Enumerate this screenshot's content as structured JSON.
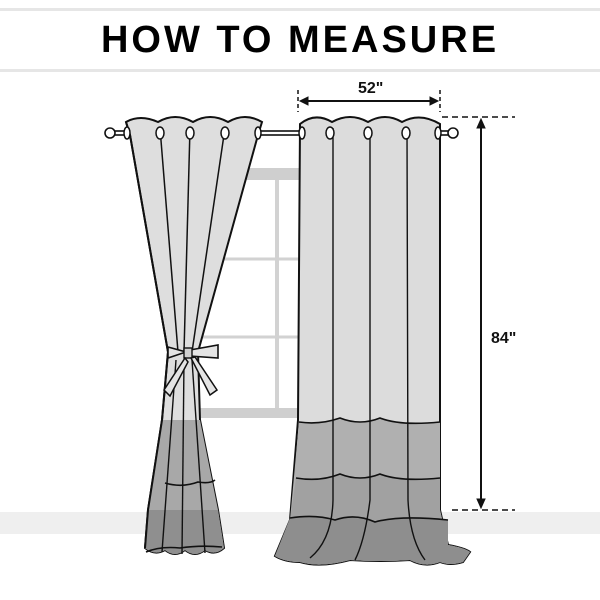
{
  "header": {
    "title": "HOW TO MEASURE"
  },
  "dimensions": {
    "width_label": "52\"",
    "length_label": "84\""
  },
  "illustration": {
    "left_panel": {
      "state": "tied-back",
      "accessory": "bow-tieback"
    },
    "right_panel": {
      "state": "hanging"
    },
    "grommets_per_panel": 5,
    "rod": "curtain-rod-with-ball-finials",
    "window": {
      "panes": 6
    }
  },
  "colors": {
    "fabric_light": "#dcdcdc",
    "fabric_mid": "#b5b5b5",
    "fabric_dark": "#959595",
    "outline": "#111111",
    "floor": "#eeeeee",
    "window_frame": "#c8c8c8"
  }
}
